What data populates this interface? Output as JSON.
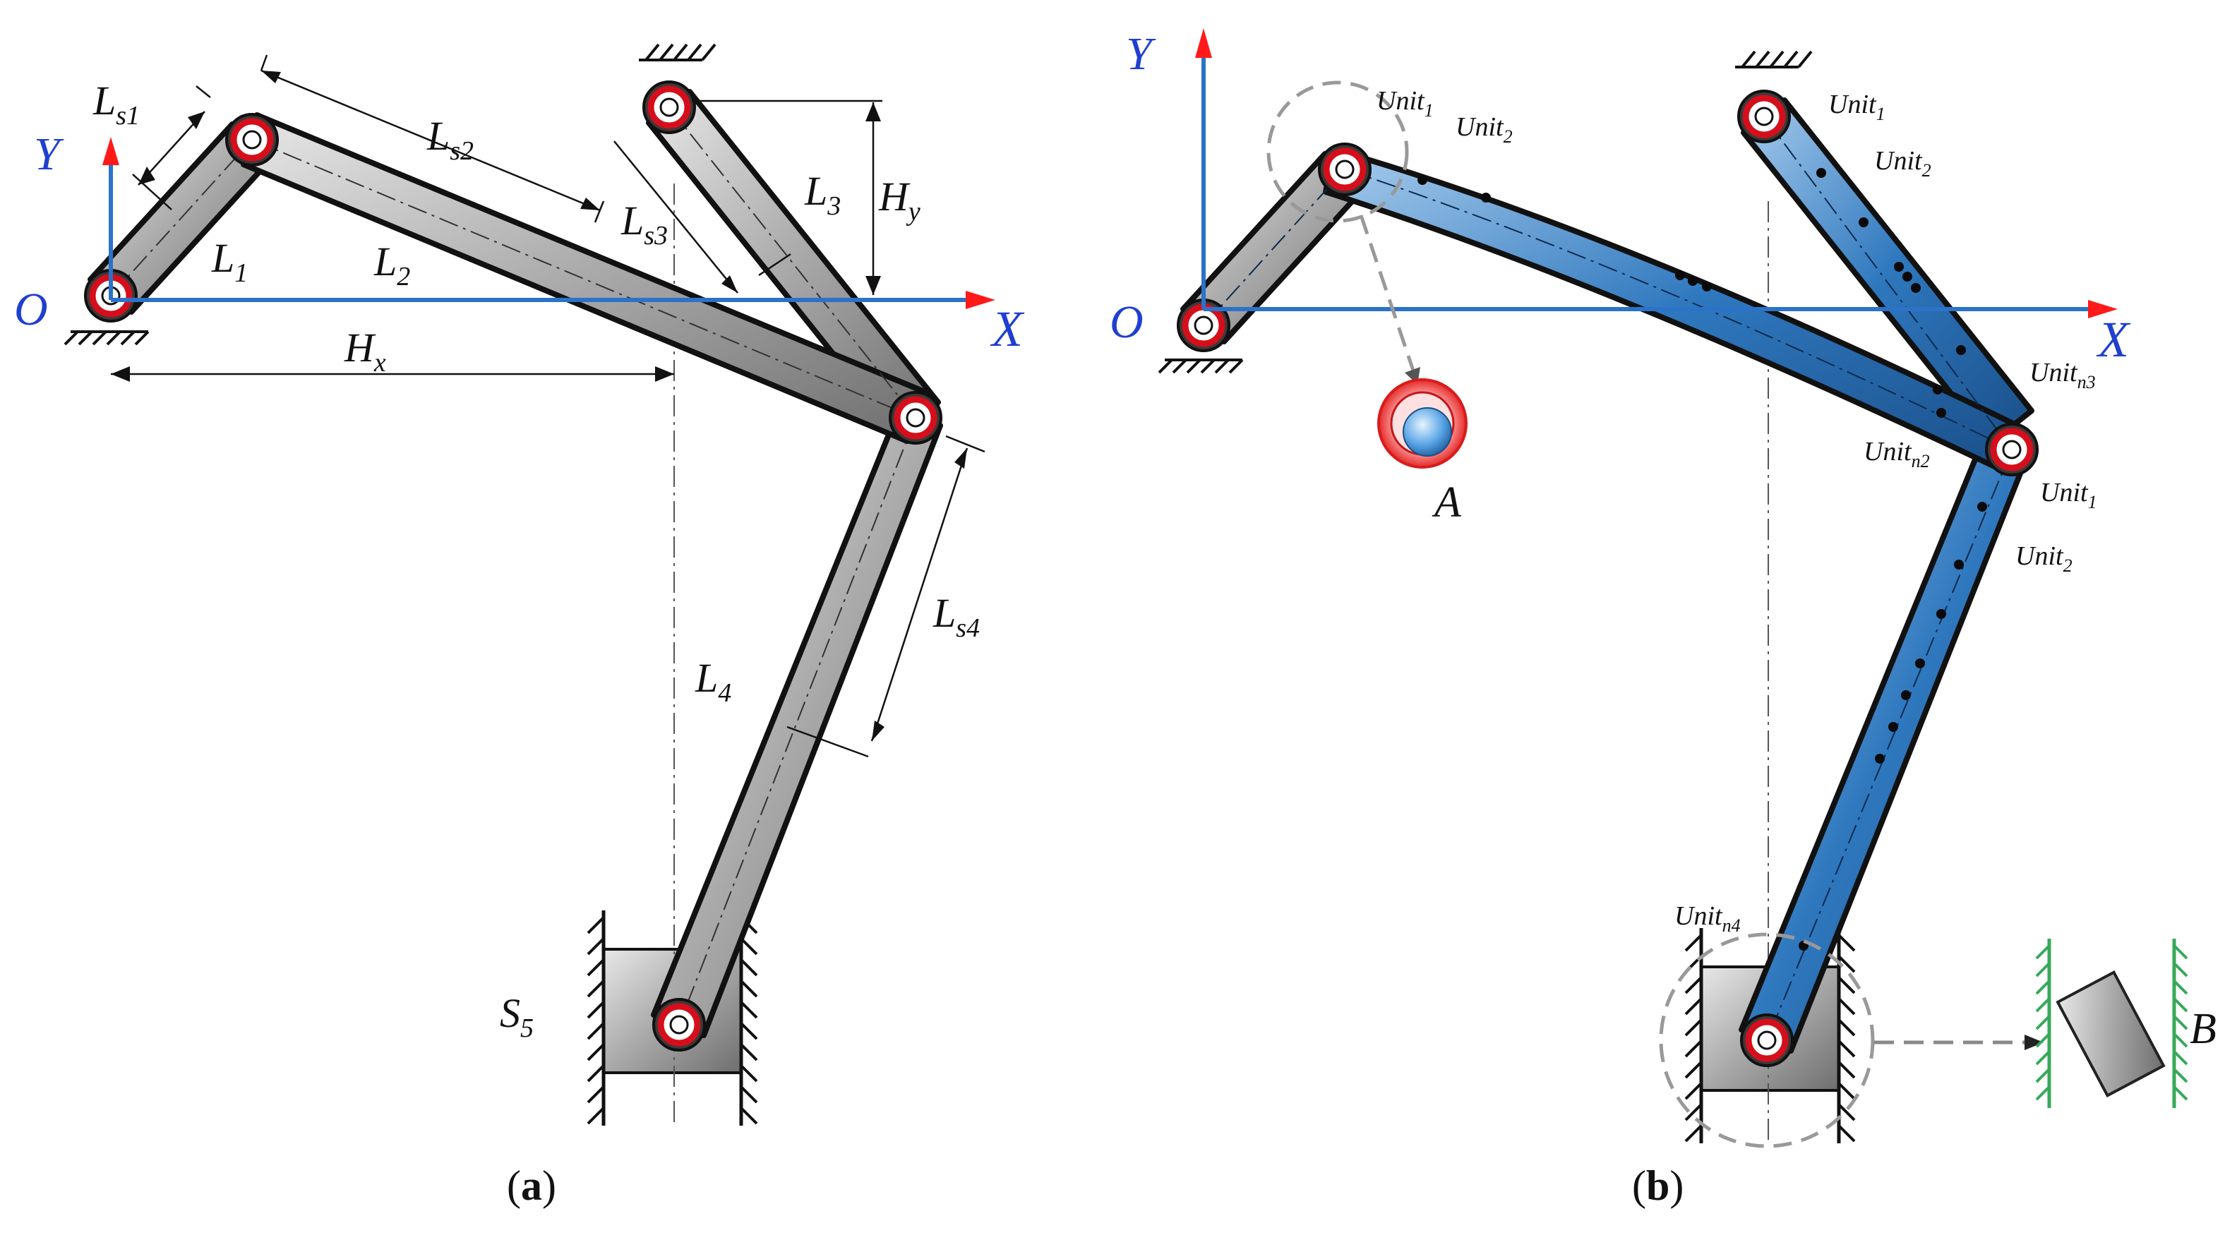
{
  "colors": {
    "axis": "#2b72c9",
    "axis_arrow": "#ff1a1a",
    "axis_label": "#1f3fd0",
    "link_grey": "#b4b4b4",
    "link_blue": "#2f78be",
    "pin_red": "#d40f1b",
    "wall_green": "#37a95a"
  },
  "panel_a": {
    "caption_open": "(",
    "caption_letter": "a",
    "caption_close": ")",
    "axis_x": "X",
    "axis_y": "Y",
    "origin": "O",
    "link_labels": {
      "L1": {
        "base": "L",
        "sub": "1"
      },
      "L2": {
        "base": "L",
        "sub": "2"
      },
      "L3": {
        "base": "L",
        "sub": "3"
      },
      "L4": {
        "base": "L",
        "sub": "4"
      }
    },
    "dimension_labels": {
      "Ls1": {
        "base": "L",
        "sub": "s1"
      },
      "Ls2": {
        "base": "L",
        "sub": "s2"
      },
      "Ls3": {
        "base": "L",
        "sub": "s3"
      },
      "Ls4": {
        "base": "L",
        "sub": "s4"
      },
      "Hx": {
        "base": "H",
        "sub": "x"
      },
      "Hy": {
        "base": "H",
        "sub": "y"
      }
    },
    "slider": {
      "base": "S",
      "sub": "5"
    }
  },
  "panel_b": {
    "caption_open": "(",
    "caption_letter": "b",
    "caption_close": ")",
    "axis_x": "X",
    "axis_y": "Y",
    "origin": "O",
    "detail_A": "A",
    "detail_B": "B",
    "units": {
      "link2_u1": {
        "base": "Unit",
        "sub": "1"
      },
      "link2_u2": {
        "base": "Unit",
        "sub": "2"
      },
      "link3_u1": {
        "base": "Unit",
        "sub": "1"
      },
      "link3_u2": {
        "base": "Unit",
        "sub": "2"
      },
      "n3": {
        "base": "Unit",
        "sub": "n3"
      },
      "n2": {
        "base": "Unit",
        "sub": "n2"
      },
      "link4_u1": {
        "base": "Unit",
        "sub": "1"
      },
      "link4_u2": {
        "base": "Unit",
        "sub": "2"
      },
      "n4": {
        "base": "Unit",
        "sub": "n4"
      }
    }
  }
}
